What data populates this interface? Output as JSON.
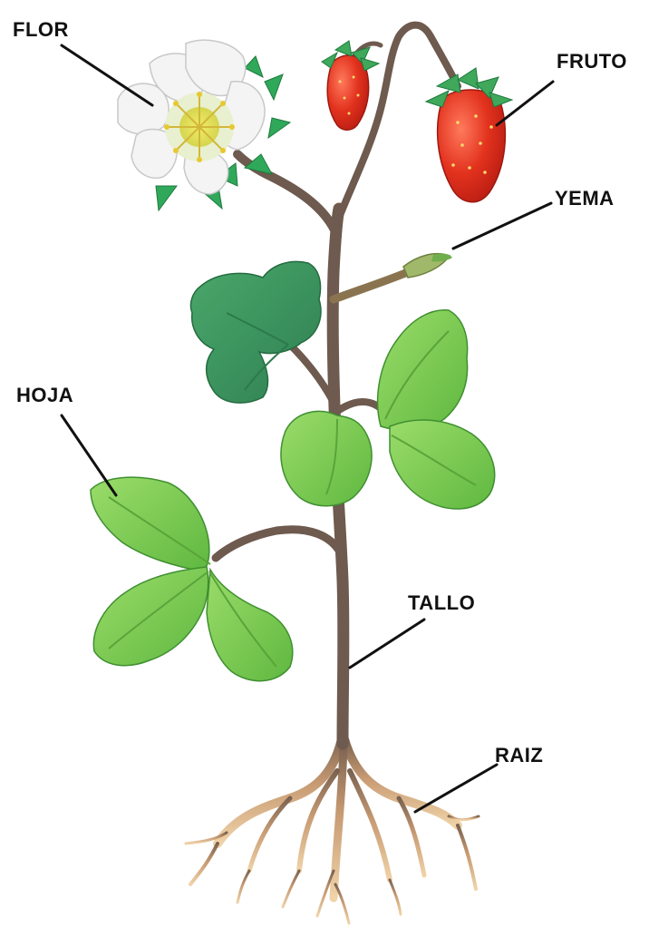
{
  "labels": {
    "flor": "FLOR",
    "fruto": "FRUTO",
    "yema": "YEMA",
    "hoja": "HOJA",
    "tallo": "TALLO",
    "raiz": "RAIZ"
  },
  "colors": {
    "stem": "#6e5a4e",
    "root": "#d9b38c",
    "leaf_light": "#7ccc52",
    "leaf_dark": "#3f9a5c",
    "strawberry": "#e0301e",
    "petal": "#f4f4f4",
    "flower_center": "#e6d84a",
    "sepal": "#2fa85a",
    "leader_line": "#111111"
  }
}
